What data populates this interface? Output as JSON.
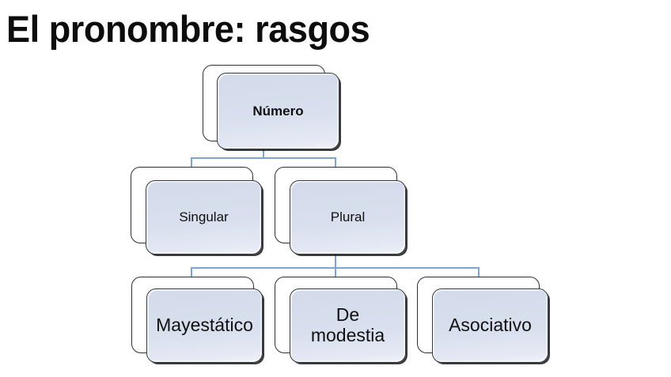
{
  "slide": {
    "title": "El pronombre: rasgos",
    "background_color": "#ffffff",
    "accent_color": "#7CA6CE",
    "node_fill_color": "#D6DCEA",
    "node_border_color": "#33373C",
    "text_color": "#101010"
  },
  "diagram": {
    "type": "hierarchy",
    "root": {
      "id": "numero",
      "label": "Número",
      "level": 1,
      "bold": true
    },
    "level2": [
      {
        "id": "singular",
        "label": "Singular",
        "level": 2,
        "bold": false
      },
      {
        "id": "plural",
        "label": "Plural",
        "level": 2,
        "bold": false
      }
    ],
    "level3": [
      {
        "id": "mayestatico",
        "label": "Mayestático",
        "level": 3,
        "bold": false
      },
      {
        "id": "de-modestia",
        "label": "De\nmodestia",
        "label_line1": "De",
        "label_line2": "modestia",
        "level": 3,
        "bold": false
      },
      {
        "id": "asociativo",
        "label": "Asociativo",
        "level": 3,
        "bold": false
      }
    ],
    "edges": [
      {
        "from": "numero",
        "to": "singular"
      },
      {
        "from": "numero",
        "to": "plural"
      },
      {
        "from": "plural",
        "to": "mayestatico"
      },
      {
        "from": "plural",
        "to": "de-modestia"
      },
      {
        "from": "plural",
        "to": "asociativo"
      }
    ]
  }
}
